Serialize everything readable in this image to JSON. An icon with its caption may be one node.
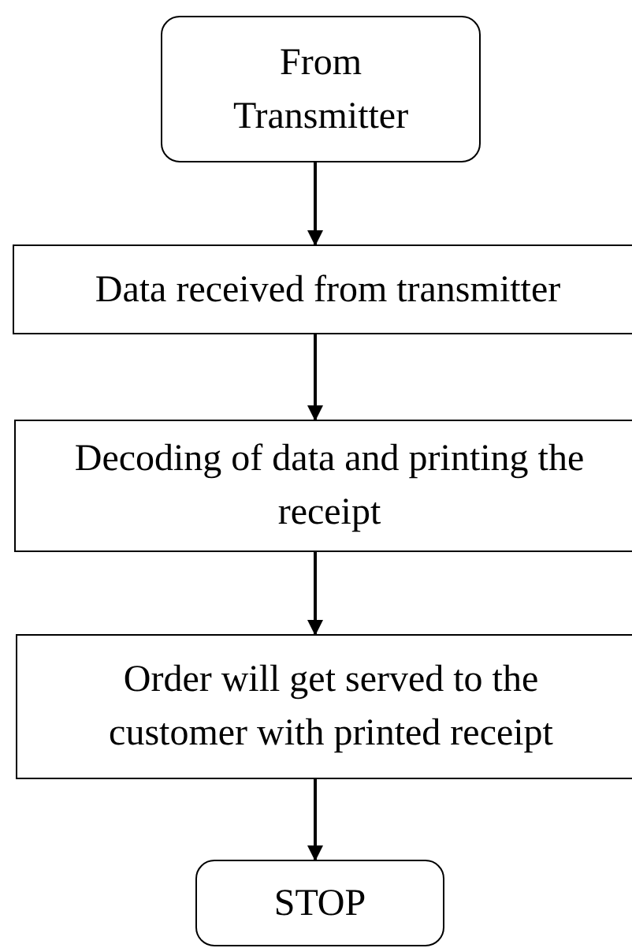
{
  "diagram": {
    "nodes": [
      {
        "text": [
          "From Transmitter"
        ]
      },
      {
        "text": [
          "Data received from transmitter"
        ]
      },
      {
        "text": [
          "Decoding of data and printing the receipt"
        ]
      },
      {
        "text": [
          "Order will get served to the customer with printed receipt"
        ]
      },
      {
        "text": [
          "STOP"
        ]
      }
    ],
    "edges": [
      {
        "from": 0,
        "to": 1,
        "arrow": "to"
      },
      {
        "from": 1,
        "to": 2,
        "arrow": "to"
      },
      {
        "from": 2,
        "to": 3,
        "arrow": "to"
      },
      {
        "from": 3,
        "to": 4,
        "arrow": "to"
      }
    ]
  }
}
